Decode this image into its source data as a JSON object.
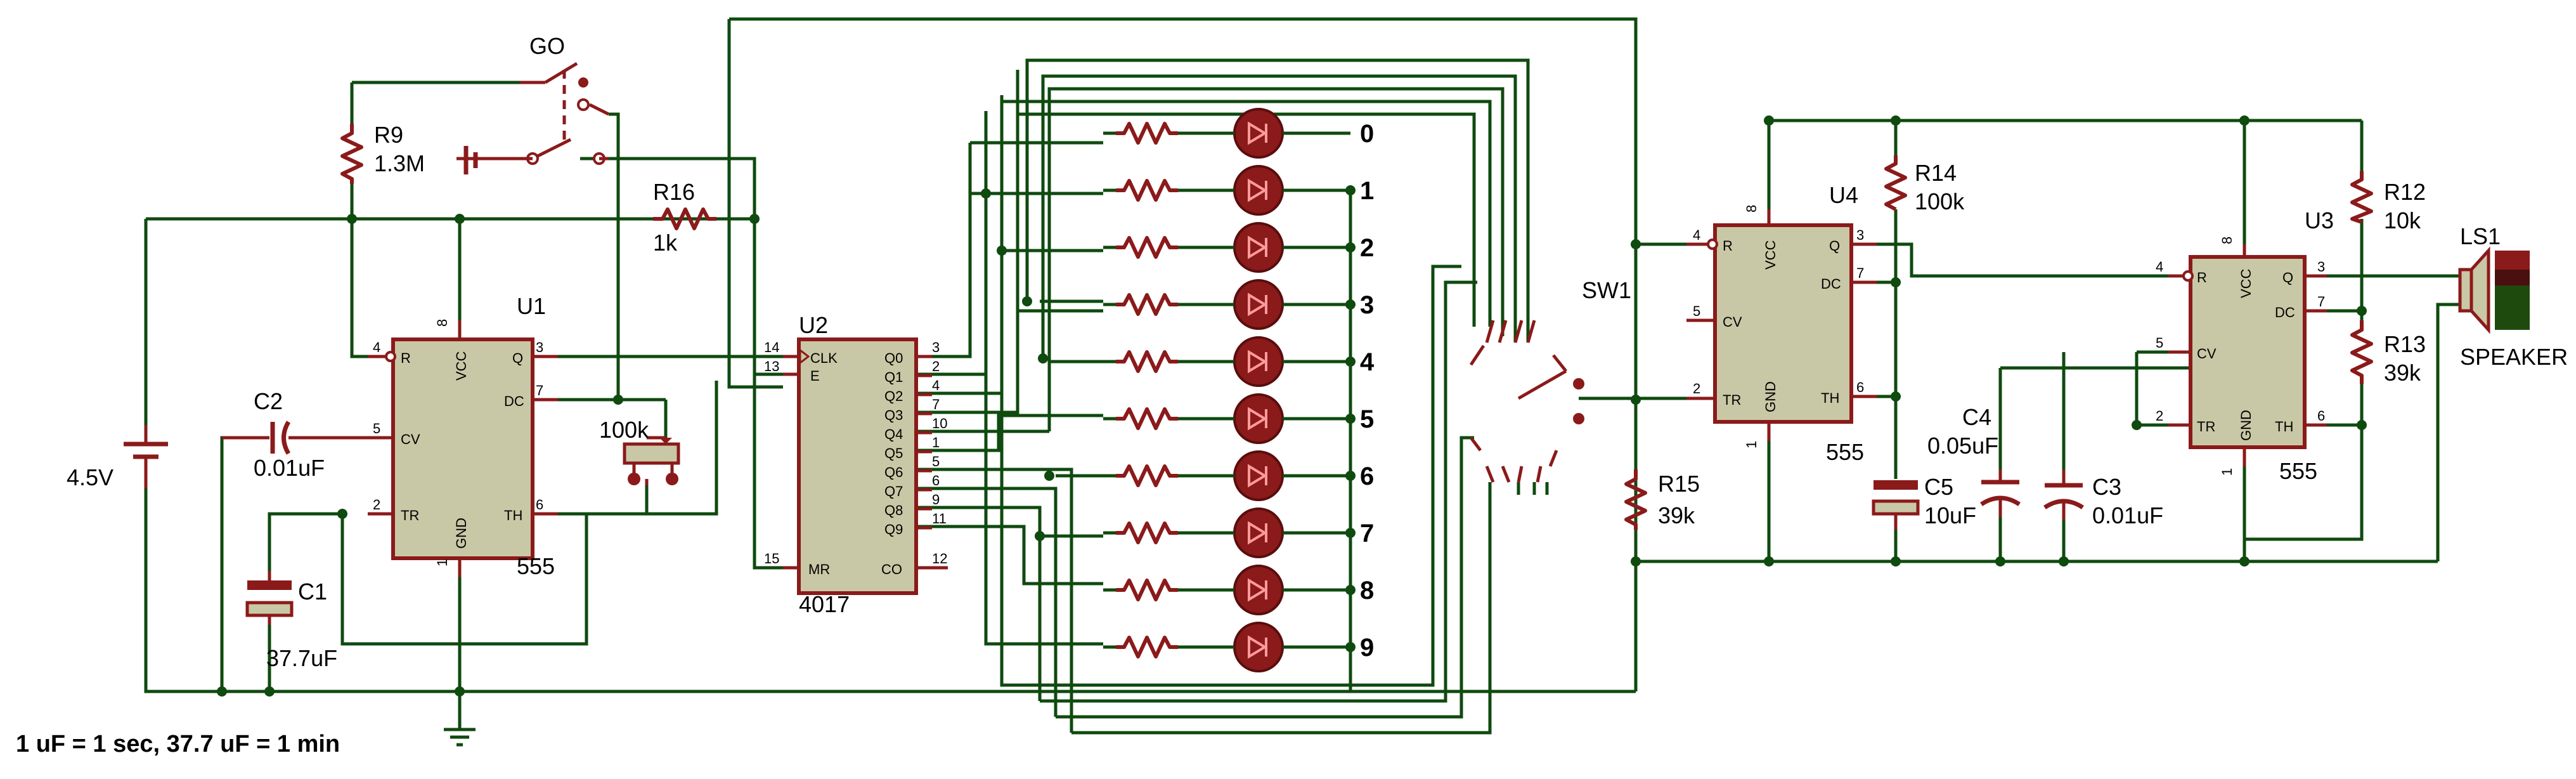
{
  "labels": {
    "go": "GO",
    "r9": "R9",
    "r9_val": "1.3M",
    "r16": "R16",
    "r16_val": "1k",
    "u1": "U1",
    "u1_type": "555",
    "u2": "U2",
    "u2_type": "4017",
    "u3": "U3",
    "u3_type": "555",
    "u4": "U4",
    "u4_type": "555",
    "c1": "C1",
    "c1_val": "37.7uF",
    "c2": "C2",
    "c2_val": "0.01uF",
    "c3": "C3",
    "c3_val": "0.01uF",
    "c4": "C4",
    "c4_val": "0.05uF",
    "c5": "C5",
    "c5_val": "10uF",
    "pot_val": "100k",
    "battery": "4.5V",
    "sw1": "SW1",
    "r12": "R12",
    "r12_val": "10k",
    "r13": "R13",
    "r13_val": "39k",
    "r14": "R14",
    "r14_val": "100k",
    "r15": "R15",
    "r15_val": "39k",
    "ls1": "LS1",
    "speaker": "SPEAKER",
    "note": "1 uF = 1 sec, 37.7 uF = 1 min"
  },
  "led_digits": [
    "0",
    "1",
    "2",
    "3",
    "4",
    "5",
    "6",
    "7",
    "8",
    "9"
  ],
  "u2_pins_left": {
    "clk": "CLK",
    "clk_num": "14",
    "e": "E",
    "e_num": "13",
    "mr": "MR",
    "mr_num": "15"
  },
  "u2_outputs": [
    {
      "label": "Q0",
      "num": "3"
    },
    {
      "label": "Q1",
      "num": "2"
    },
    {
      "label": "Q2",
      "num": "4"
    },
    {
      "label": "Q3",
      "num": "7"
    },
    {
      "label": "Q4",
      "num": "10"
    },
    {
      "label": "Q5",
      "num": "1"
    },
    {
      "label": "Q6",
      "num": "5"
    },
    {
      "label": "Q7",
      "num": "6"
    },
    {
      "label": "Q8",
      "num": "9"
    },
    {
      "label": "Q9",
      "num": "11"
    }
  ],
  "u2_co": {
    "label": "CO",
    "num": "12"
  },
  "timer_pins": {
    "r": "R",
    "vcc": "VCC",
    "q": "Q",
    "dc": "DC",
    "cv": "CV",
    "tr": "TR",
    "gnd": "GND",
    "th": "TH"
  },
  "u1_nums": {
    "r": "4",
    "vcc": "8",
    "q": "3",
    "dc": "7",
    "cv": "5",
    "tr": "2",
    "gnd": "1",
    "th": "6"
  },
  "u4_nums": {
    "r": "4",
    "vcc": "8",
    "q": "3",
    "dc": "7",
    "cv": "5",
    "tr": "2",
    "gnd": "1",
    "th": "6"
  },
  "u3_nums": {
    "r": "4",
    "vcc": "8",
    "q": "3",
    "dc": "7",
    "cv": "5",
    "tr": "2",
    "gnd": "1",
    "th": "6"
  }
}
